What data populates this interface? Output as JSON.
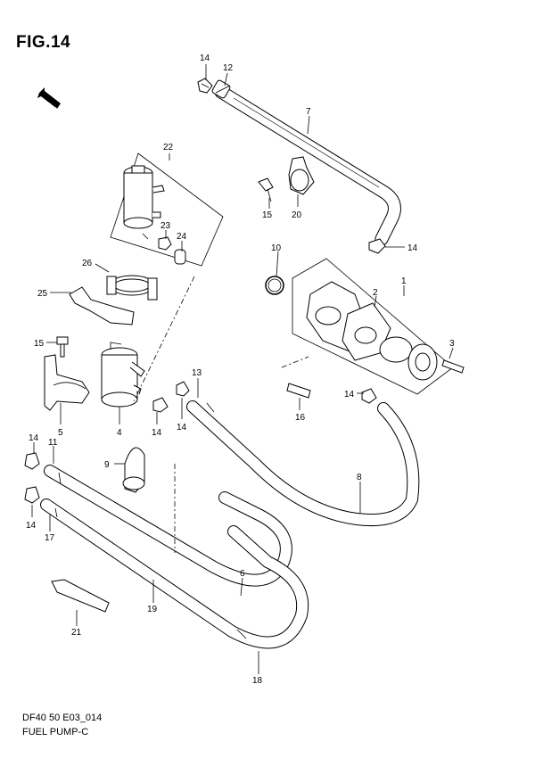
{
  "figure": {
    "title": "FIG.14",
    "footer_code": "DF40 50 E03_014",
    "footer_name": "FUEL PUMP-C",
    "fwd_label": "FWD"
  },
  "callouts": {
    "c1": "1",
    "c2": "2",
    "c3": "3",
    "c4": "4",
    "c5": "5",
    "c6": "6",
    "c7": "7",
    "c8": "8",
    "c9": "9",
    "c10": "10",
    "c11": "11",
    "c12": "12",
    "c13": "13",
    "c14a": "14",
    "c14b": "14",
    "c14c": "14",
    "c14d": "14",
    "c14e": "14",
    "c14f": "14",
    "c14g": "14",
    "c15a": "15",
    "c15b": "15",
    "c16": "16",
    "c17": "17",
    "c18": "18",
    "c19": "19",
    "c20": "20",
    "c21": "21",
    "c22": "22",
    "c23": "23",
    "c24": "24",
    "c25": "25",
    "c26": "26"
  }
}
